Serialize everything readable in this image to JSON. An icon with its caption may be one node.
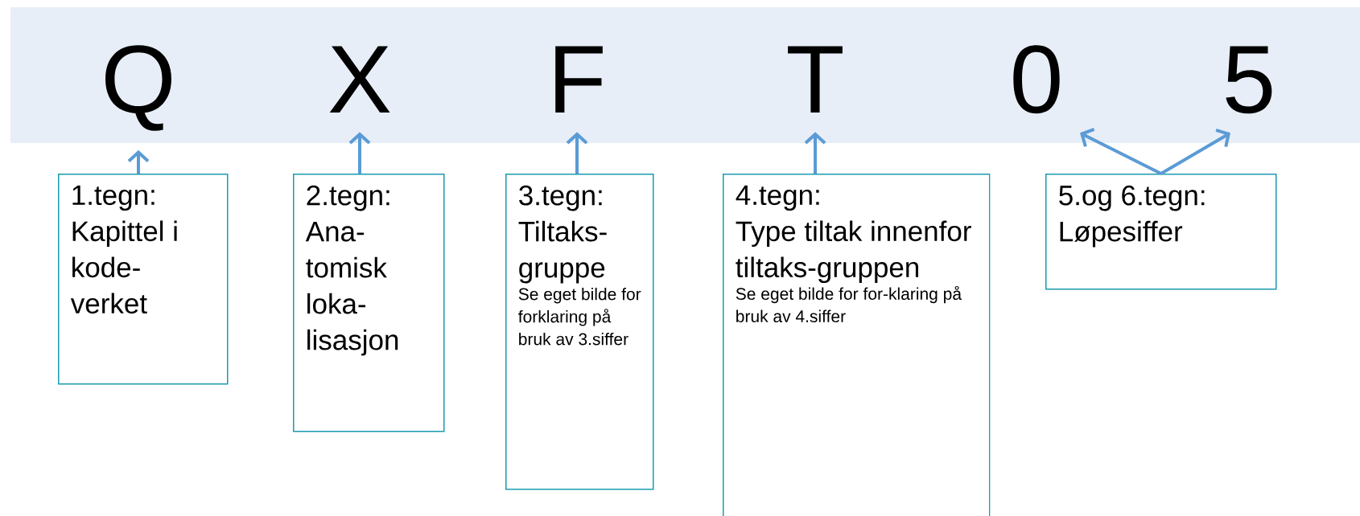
{
  "diagram": {
    "nodes": [
      {
        "text": [
          "Q"
        ]
      },
      {
        "text": [
          "X"
        ]
      },
      {
        "text": [
          "F"
        ]
      },
      {
        "text": [
          "T"
        ]
      },
      {
        "text": [
          "0"
        ]
      },
      {
        "text": [
          "5"
        ]
      },
      {
        "text": [
          "1.tegn:",
          "Kapittel i kode-verket"
        ]
      },
      {
        "text": [
          "2.tegn:",
          "Ana-tomisk loka-lisasjon"
        ]
      },
      {
        "text": [
          "3.tegn:",
          "Tiltaks-gruppe",
          "Se eget bilde for forklaring på bruk av 3.siffer"
        ]
      },
      {
        "text": [
          "4.tegn:",
          "Type tiltak innenfor tiltaks-gruppen",
          "Se eget bilde for for-klaring på bruk av 4.siffer"
        ]
      },
      {
        "text": [
          "5.og 6.tegn:",
          "Løpesiffer"
        ]
      }
    ],
    "edges": [
      {
        "from": 6,
        "to": 0,
        "arrow": "to"
      },
      {
        "from": 7,
        "to": 1,
        "arrow": "to"
      },
      {
        "from": 8,
        "to": 2,
        "arrow": "to"
      },
      {
        "from": 9,
        "to": 3,
        "arrow": "to"
      },
      {
        "from": 10,
        "to": 4,
        "arrow": "to"
      },
      {
        "from": 10,
        "to": 5,
        "arrow": "to"
      }
    ]
  }
}
